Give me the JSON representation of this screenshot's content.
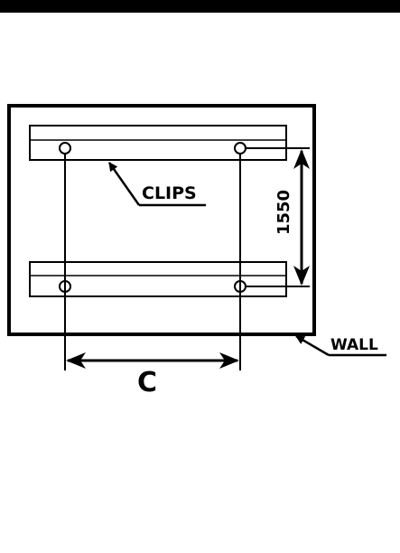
{
  "diagram": {
    "labels": {
      "clips": "CLIPS",
      "wall": "WALL",
      "vertical_dimension": "1550",
      "horizontal_dimension": "C"
    },
    "colors": {
      "ink": "#000000",
      "paper": "#ffffff"
    }
  }
}
